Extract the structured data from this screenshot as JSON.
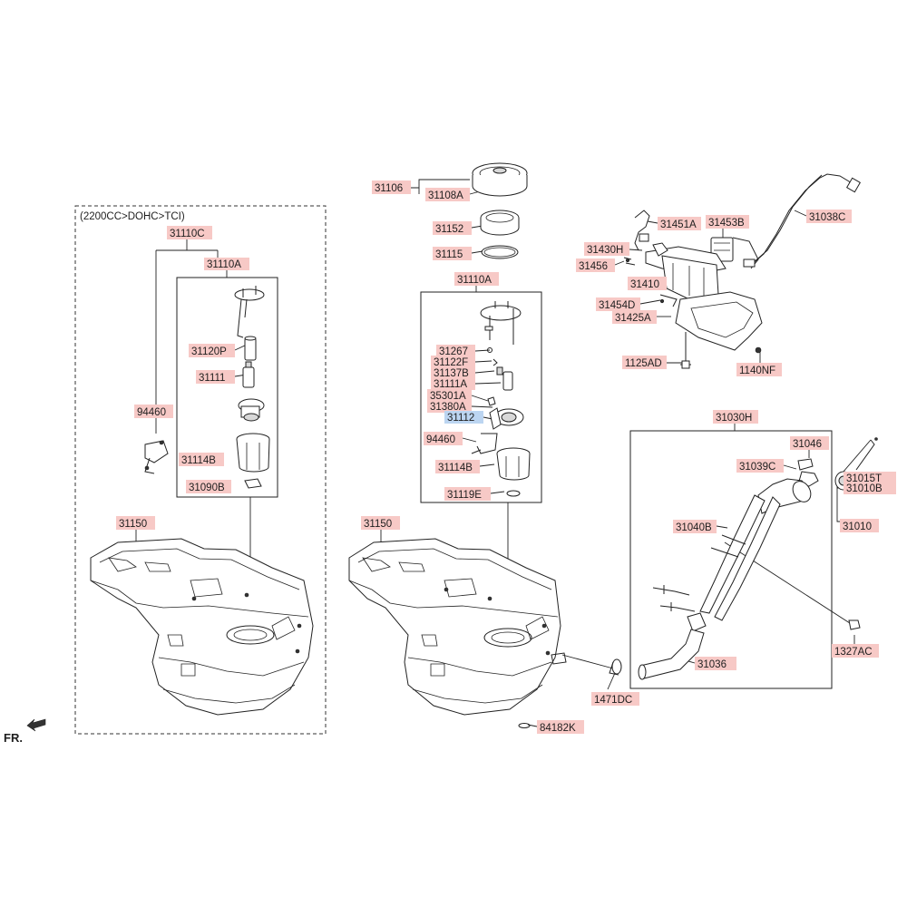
{
  "variant_note": "(2200CC>DOHC>TCI)",
  "front_marker": "FR.",
  "colors": {
    "label_fill": "#f7c9c6",
    "highlight_fill": "#bcd5f1",
    "line": "#222222"
  },
  "labels": {
    "p31106": "31106",
    "p31108A": "31108A",
    "p31152": "31152",
    "p31115": "31115",
    "p31110A_center": "31110A",
    "p31267": "31267",
    "p31122F": "31122F",
    "p31137B": "31137B",
    "p31111A": "31111A",
    "p35301A": "35301A",
    "p31380A": "31380A",
    "p31112": "31112",
    "p94460_center": "94460",
    "p31114B_center": "31114B",
    "p31119E": "31119E",
    "p31150_center": "31150",
    "p84182K": "84182K",
    "p1471DC": "1471DC",
    "p31110C": "31110C",
    "p31110A_left": "31110A",
    "p31120P": "31120P",
    "p31111": "31111",
    "p94460_left": "94460",
    "p31114B_left": "31114B",
    "p31090B": "31090B",
    "p31150_left": "31150",
    "p31451A": "31451A",
    "p31453B": "31453B",
    "p31038C": "31038C",
    "p31430H": "31430H",
    "p31456": "31456",
    "p31410": "31410",
    "p31454D": "31454D",
    "p31425A": "31425A",
    "p1125AD": "1125AD",
    "p1140NF": "1140NF",
    "p31030H": "31030H",
    "p31046": "31046",
    "p31039C": "31039C",
    "p31015T": "31015T",
    "p31010B": "31010B",
    "p31010": "31010",
    "p31040B": "31040B",
    "p31036": "31036",
    "p1327AC": "1327AC"
  }
}
